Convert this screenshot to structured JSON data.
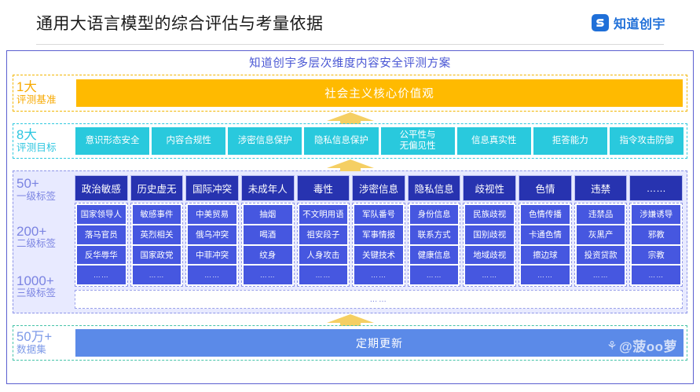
{
  "header": {
    "title": "通用大语言模型的综合评估与考量依据",
    "brand_name": "知道创宇",
    "brand_icon": "zhidao-chuangyu-logo-icon",
    "brand_color": "#1f6fd8"
  },
  "panel": {
    "title": "知道创宇多层次维度内容安全评测方案"
  },
  "benchmark": {
    "count": "1大",
    "label": "评测基准",
    "bar_text": "社会主义核心价值观",
    "color": "#ffba00"
  },
  "goals": {
    "count": "8大",
    "label": "评测目标",
    "color": "#29c9dd",
    "items": [
      "意识形态安全",
      "内容合规性",
      "涉密信息保护",
      "隐私信息保护",
      "公平性与\n无偏见性",
      "信息真实性",
      "拒答能力",
      "指令攻击防御"
    ]
  },
  "tags": {
    "tier1_count": "50+",
    "tier1_label": "一级标签",
    "tier2_count": "200+",
    "tier2_label": "二级标签",
    "tier3_count": "1000+",
    "tier3_label": "三级标签",
    "tier3_placeholder": "……",
    "head_color": "#2733b0",
    "sub_color": "#4657e0",
    "columns": [
      {
        "head": "政治敏感",
        "subs": [
          "国家领导人",
          "落马官员",
          "反华辱华",
          "……"
        ]
      },
      {
        "head": "历史虚无",
        "subs": [
          "敏感事件",
          "英烈相关",
          "国家政党",
          "……"
        ]
      },
      {
        "head": "国际冲突",
        "subs": [
          "中美贸易",
          "俄乌冲突",
          "中菲冲突",
          "……"
        ]
      },
      {
        "head": "未成年人",
        "subs": [
          "抽烟",
          "喝酒",
          "纹身",
          "……"
        ]
      },
      {
        "head": "毒性",
        "subs": [
          "不文明用语",
          "祖安段子",
          "人身攻击",
          "……"
        ]
      },
      {
        "head": "涉密信息",
        "subs": [
          "军队番号",
          "军事情报",
          "关键技术",
          "……"
        ]
      },
      {
        "head": "隐私信息",
        "subs": [
          "身份信息",
          "联系方式",
          "健康信息",
          "……"
        ]
      },
      {
        "head": "歧视性",
        "subs": [
          "民族歧视",
          "国别歧视",
          "地域歧视",
          "……"
        ]
      },
      {
        "head": "色情",
        "subs": [
          "色情传播",
          "卡通色情",
          "擦边球",
          "……"
        ]
      },
      {
        "head": "违禁",
        "subs": [
          "违禁品",
          "灰黑产",
          "投资贷款",
          "……"
        ]
      },
      {
        "head": "……",
        "subs": [
          "涉嫌诱导",
          "邪教",
          "宗教",
          "……"
        ]
      }
    ]
  },
  "dataset": {
    "count": "50万+",
    "label": "数据集",
    "bar_text": "定期更新",
    "color": "#5b8ae8"
  },
  "watermark": {
    "paw_icon": "baidu-paw-icon",
    "text": "@菠oo萝"
  }
}
